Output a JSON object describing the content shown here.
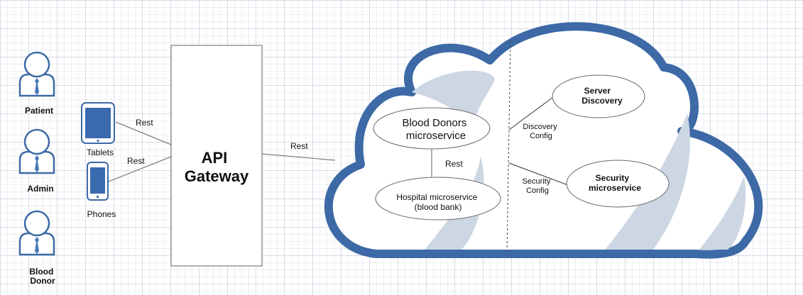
{
  "users": [
    {
      "label_lines": [
        "Patient"
      ]
    },
    {
      "label_lines": [
        "Admin"
      ]
    },
    {
      "label_lines": [
        "Blood",
        "Donor"
      ]
    }
  ],
  "devices": {
    "tablets": "Tablets",
    "phones": "Phones"
  },
  "gateway": {
    "label_lines": [
      "API",
      "Gateway"
    ]
  },
  "edges": {
    "tablets_gateway": "Rest",
    "phones_gateway": "Rest",
    "gateway_cloud": "Rest",
    "blood_hospital": "Rest",
    "discovery_lines": [
      "Discovery",
      "Config"
    ],
    "security_lines": [
      "Security",
      "Config"
    ]
  },
  "services": {
    "blood_donors": [
      "Blood Donors",
      "microservice"
    ],
    "hospital": [
      "Hospital microservice",
      "(blood bank)"
    ],
    "server_discovery": [
      "Server",
      "Discovery"
    ],
    "security": [
      "Security",
      "microservice"
    ]
  },
  "colors": {
    "cloud_border": "#3d6aa6",
    "cloud_shade": "#cdd7e4",
    "person_stroke": "#3d6aa6",
    "tie": "#4a78b8",
    "device_screen": "#3a6aad",
    "line": "#666666"
  }
}
